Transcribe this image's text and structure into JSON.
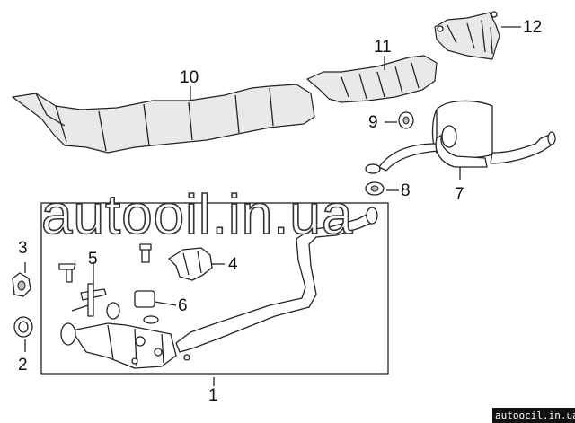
{
  "callouts": {
    "c1": "1",
    "c2": "2",
    "c3": "3",
    "c4": "4",
    "c5": "5",
    "c6": "6",
    "c7": "7",
    "c8": "8",
    "c9": "9",
    "c10": "10",
    "c11": "11",
    "c12": "12"
  },
  "watermark": {
    "main": "autooil.in.ua",
    "corner": "autoocil.in.ua"
  }
}
